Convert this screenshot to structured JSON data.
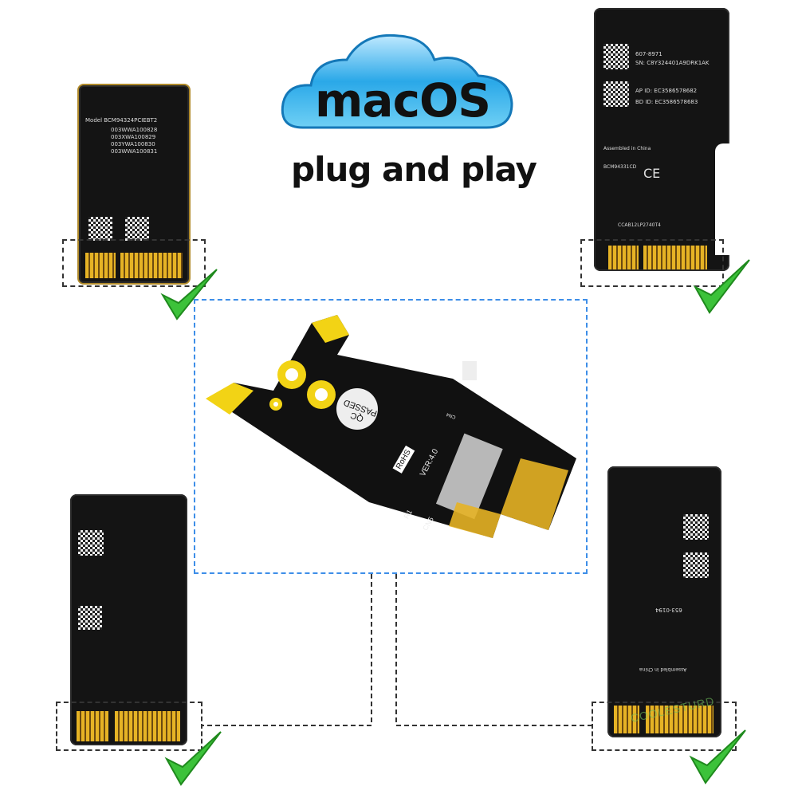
{
  "headline": {
    "logo_text": "macOS",
    "tagline": "plug and play"
  },
  "cards": {
    "top_left": {
      "model": "Model BCM94324PCIEBT2",
      "lines": [
        "003WWA100828",
        "003XWA100829",
        "003YWA100830",
        "003WWA100831"
      ]
    },
    "top_right": {
      "part": "607-8971",
      "sn": "SN: C8Y324401A9DRK1AK",
      "ap_id": "AP ID: EC3586578682",
      "bd_id": "BD ID: EC3586578683",
      "origin": "Assembled in China",
      "model": "BCM94331CD",
      "cert": "CCAB12LP2740T4"
    },
    "bottom_right": {
      "part": "653-0194",
      "origin": "Assembled in China"
    }
  },
  "adapter": {
    "qc": "QC PASSED",
    "rohs": "RoHS",
    "version": "VER:4.0",
    "cn5": "CN5",
    "r1": "R1",
    "cn4": "CN4"
  },
  "watermark": "COOLESTURD",
  "colors": {
    "cloud": "#2aa8e8",
    "check": "#3cc23a",
    "frame": "#3d8ee8",
    "gold": "#e6b325",
    "pcb": "#141414"
  }
}
